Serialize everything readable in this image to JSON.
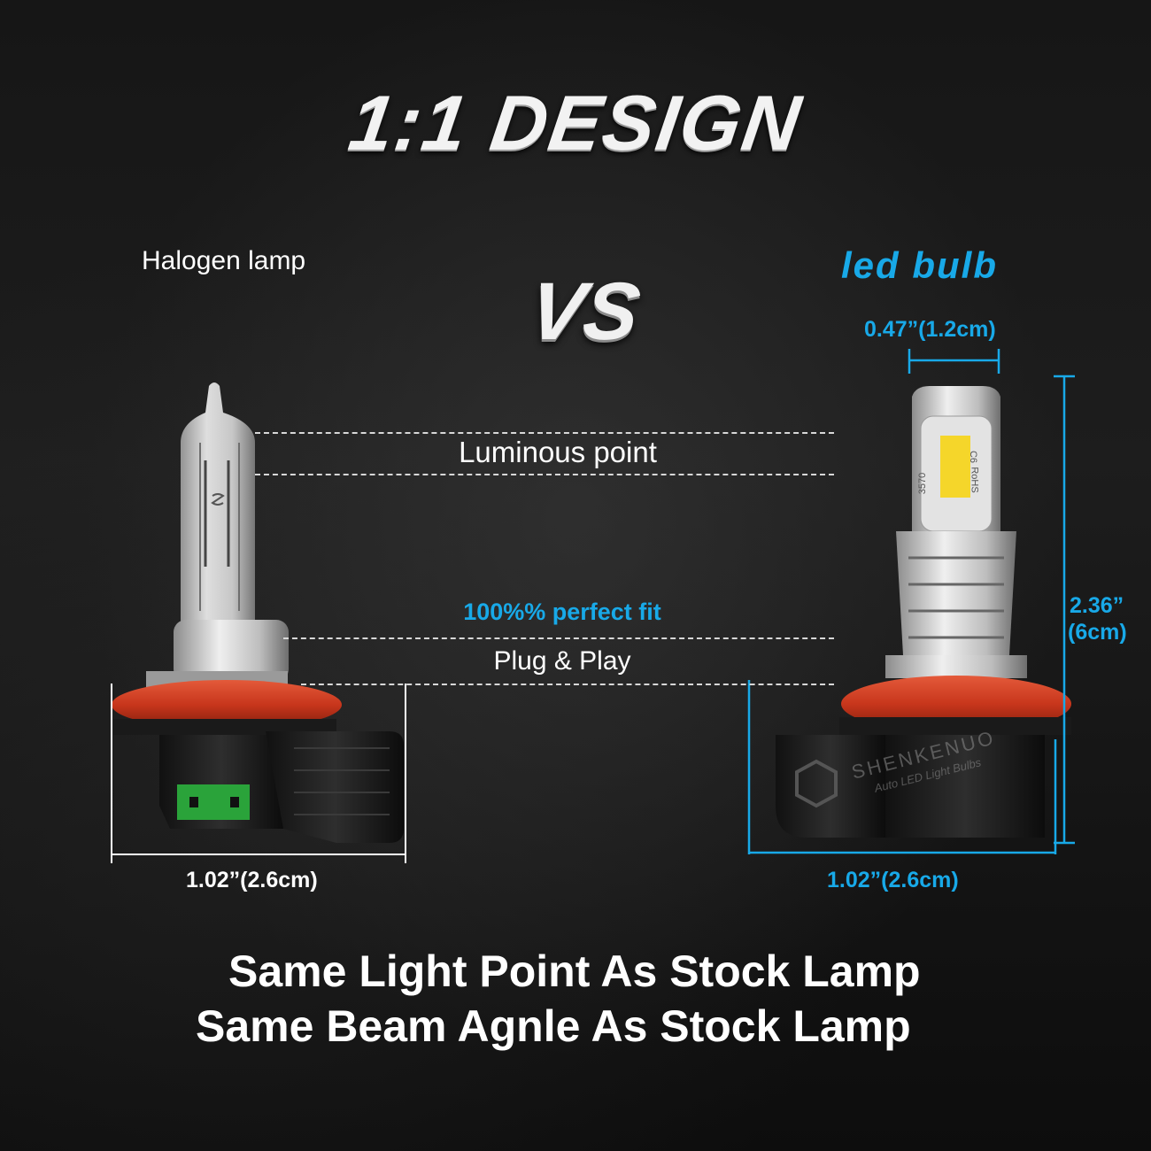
{
  "header": {
    "title": "1:1 DESIGN",
    "vs": "VS"
  },
  "left": {
    "label": "Halogen lamp",
    "width_dim": "1.02”(2.6cm)"
  },
  "right": {
    "label": "led bulb",
    "top_dim": "0.47”(1.2cm)",
    "height_dim_1": "2.36”",
    "height_dim_2": "(6cm)",
    "width_dim": "1.02”(2.6cm)",
    "chip_texts": [
      "3570",
      "C6",
      "RoHS"
    ],
    "watermark": "SHENKENUO",
    "watermark_sub": "Auto LED Light Bulbs"
  },
  "middle": {
    "luminous_point": "Luminous point",
    "perfect_fit": "100%% perfect fit",
    "plug_play": "Plug & Play"
  },
  "footer": {
    "line1": "Same Light Point As Stock Lamp",
    "line2": "Same Beam Agnle As Stock Lamp"
  },
  "colors": {
    "accent": "#18a9e8",
    "socket_red": "#c8361c",
    "background": "#101010"
  }
}
